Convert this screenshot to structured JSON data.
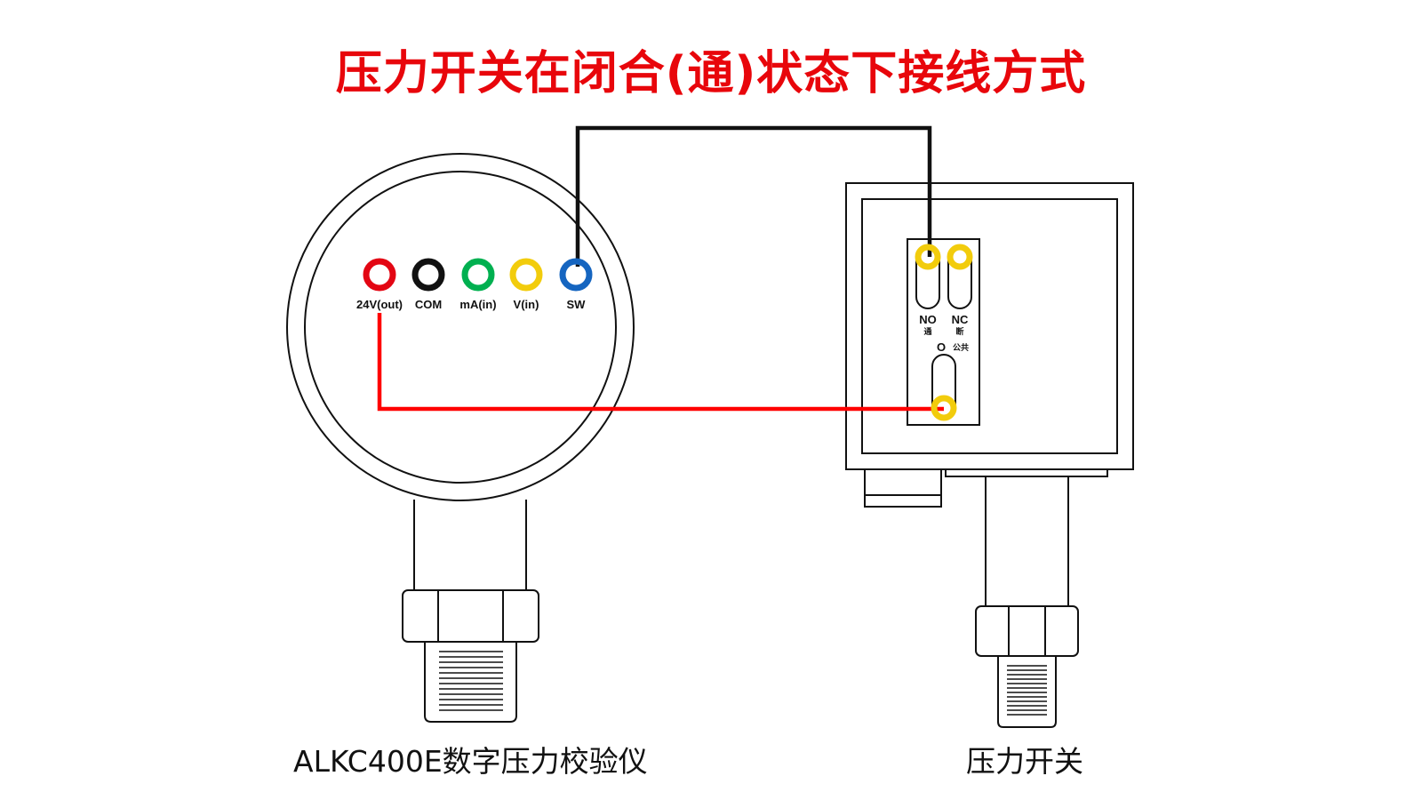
{
  "title": "压力开关在闭合(通)状态下接线方式",
  "calibrator": {
    "name": "ALKC400E数字压力校验仪",
    "terminals": [
      {
        "label": "24V(out)",
        "color": "#e30613"
      },
      {
        "label": "COM",
        "color": "#111111"
      },
      {
        "label": "mA(in)",
        "color": "#00b050"
      },
      {
        "label": "V(in)",
        "color": "#f2cc0c"
      },
      {
        "label": "SW",
        "color": "#1565c0"
      }
    ]
  },
  "pressure_switch": {
    "name": "压力开关",
    "no_label": "NO",
    "no_sub": "通",
    "nc_label": "NC",
    "nc_sub": "断",
    "common_label": "O",
    "common_sub": "公共",
    "terminal_color": "#f2cc0c"
  },
  "wires": {
    "black_wire": {
      "from": "SW",
      "to": "NO",
      "color": "#111111"
    },
    "red_wire": {
      "from": "24V(out)",
      "to": "O",
      "color": "#ff0000"
    }
  }
}
